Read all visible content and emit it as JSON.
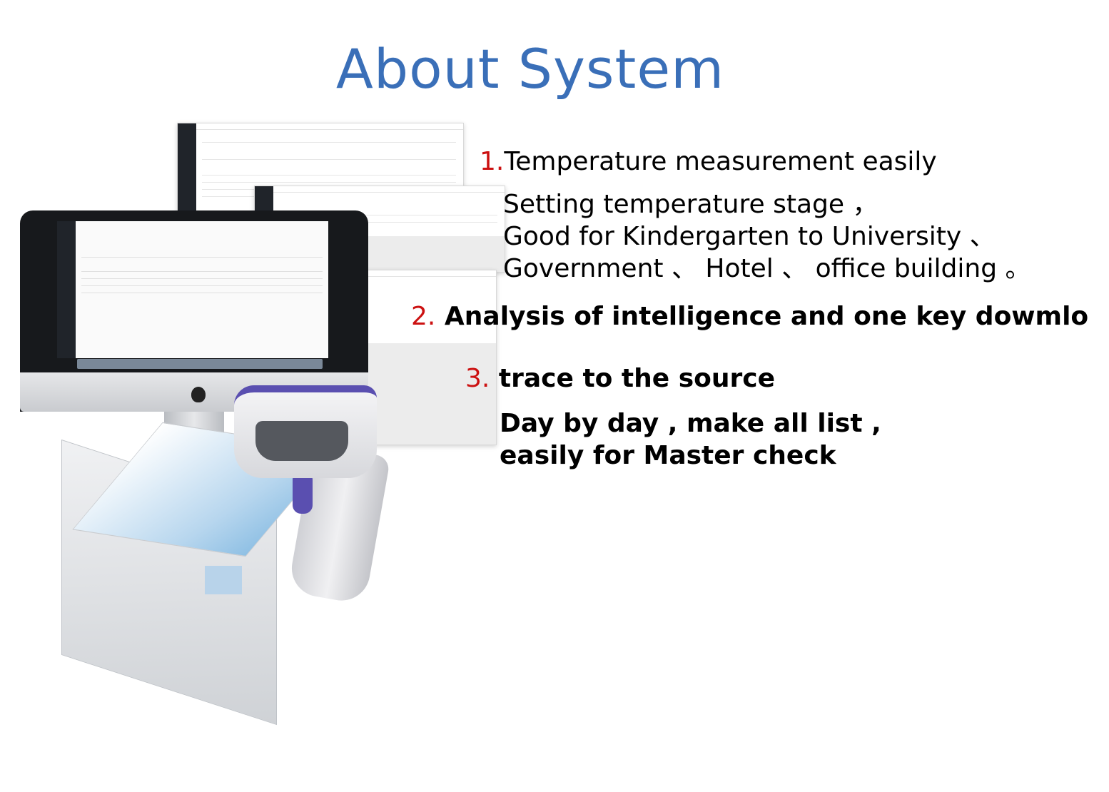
{
  "title": "About System",
  "items": [
    {
      "number": "1.",
      "heading": "Temperature measurement easily",
      "lines": [
        "Setting temperature stage ，",
        "Good for Kindergarten to University 、",
        "Government 、 Hotel 、 office building 。"
      ]
    },
    {
      "number": "2.",
      "heading": "Analysis of intelligence and one key dowmlo"
    },
    {
      "number": "3.",
      "heading": "trace to the source",
      "lines": [
        "Day by day , make all list ,",
        "easily for Master check"
      ]
    }
  ],
  "colors": {
    "title": "#3a6fb8",
    "number": "#cc1111",
    "accent_purple": "#5a4fb0"
  }
}
